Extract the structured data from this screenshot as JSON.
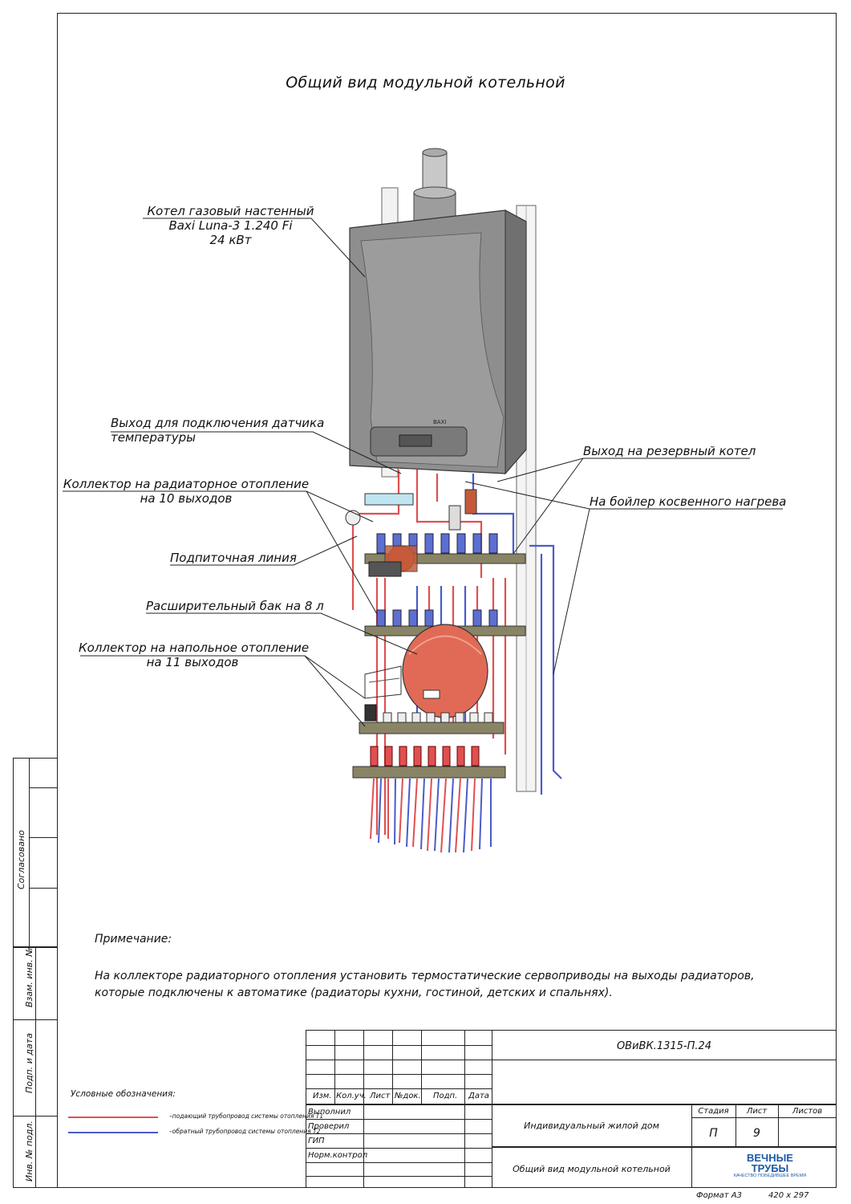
{
  "title": "Общий вид модульной котельной",
  "callouts": {
    "boiler_line1": "Котел газовый настенный",
    "boiler_line2": "Baxi Luna-3  1.240 Fi",
    "boiler_line3": "24 кВт",
    "sensor_line1": "Выход для подключения датчика",
    "sensor_line2": "температуры",
    "radiator_line1": "Коллектор на радиаторное отопление",
    "radiator_line2": "на 10 выходов",
    "makeup": "Подпиточная линия",
    "tank": "Расширительный бак на 8 л",
    "floor_line1": "Коллектор на напольное отопление",
    "floor_line2": "на 11 выходов",
    "reserve": "Выход на резервный котел",
    "indirect": "На бойлер косвенного нагрева",
    "boiler_brand": "BAXI"
  },
  "note": {
    "heading": "Примечание:",
    "body": "На коллекторе радиаторного отопления установить термостатические сервоприводы на выходы радиаторов, которые подключены к автоматике (радиаторы кухни, гостиной, детских и спальнях)."
  },
  "side_labels": {
    "agreed": "Согласовано",
    "vzam": "Взам. инв. №",
    "podp": "Подп. и дата",
    "inv": "Инв. № подл."
  },
  "legend": {
    "heading": "Условные обозначения:",
    "supply": "–подающий трубопровод системы отопления Т1",
    "return": "–обратный трубопровод системы отопления Т2",
    "supply_color": "#e05050",
    "return_color": "#4a5cc8"
  },
  "stamp": {
    "code": "ОВиВК.1315-П.24",
    "headers": [
      "Изм.",
      "Кол.уч.",
      "Лист",
      "№док.",
      "Подп.",
      "Дата"
    ],
    "roles": [
      "Выполнил",
      "Проверил",
      "ГИП",
      "Норм.контрол"
    ],
    "project": "Индивидуальный жилой дом",
    "sheet_title": "Общий вид модульной котельной",
    "stage_label": "Стадия",
    "sheet_label": "Лист",
    "sheets_label": "Листов",
    "stage": "П",
    "sheet": "9",
    "format_label": "Формат А3",
    "format_size": "420 х 297"
  },
  "logo": {
    "line1": "ВЕЧНЫЕ",
    "line2": "ТРУБЫ",
    "tagline": "КАЧЕСТВО ПОБЕДИВШЕЕ ВРЕМЯ"
  }
}
